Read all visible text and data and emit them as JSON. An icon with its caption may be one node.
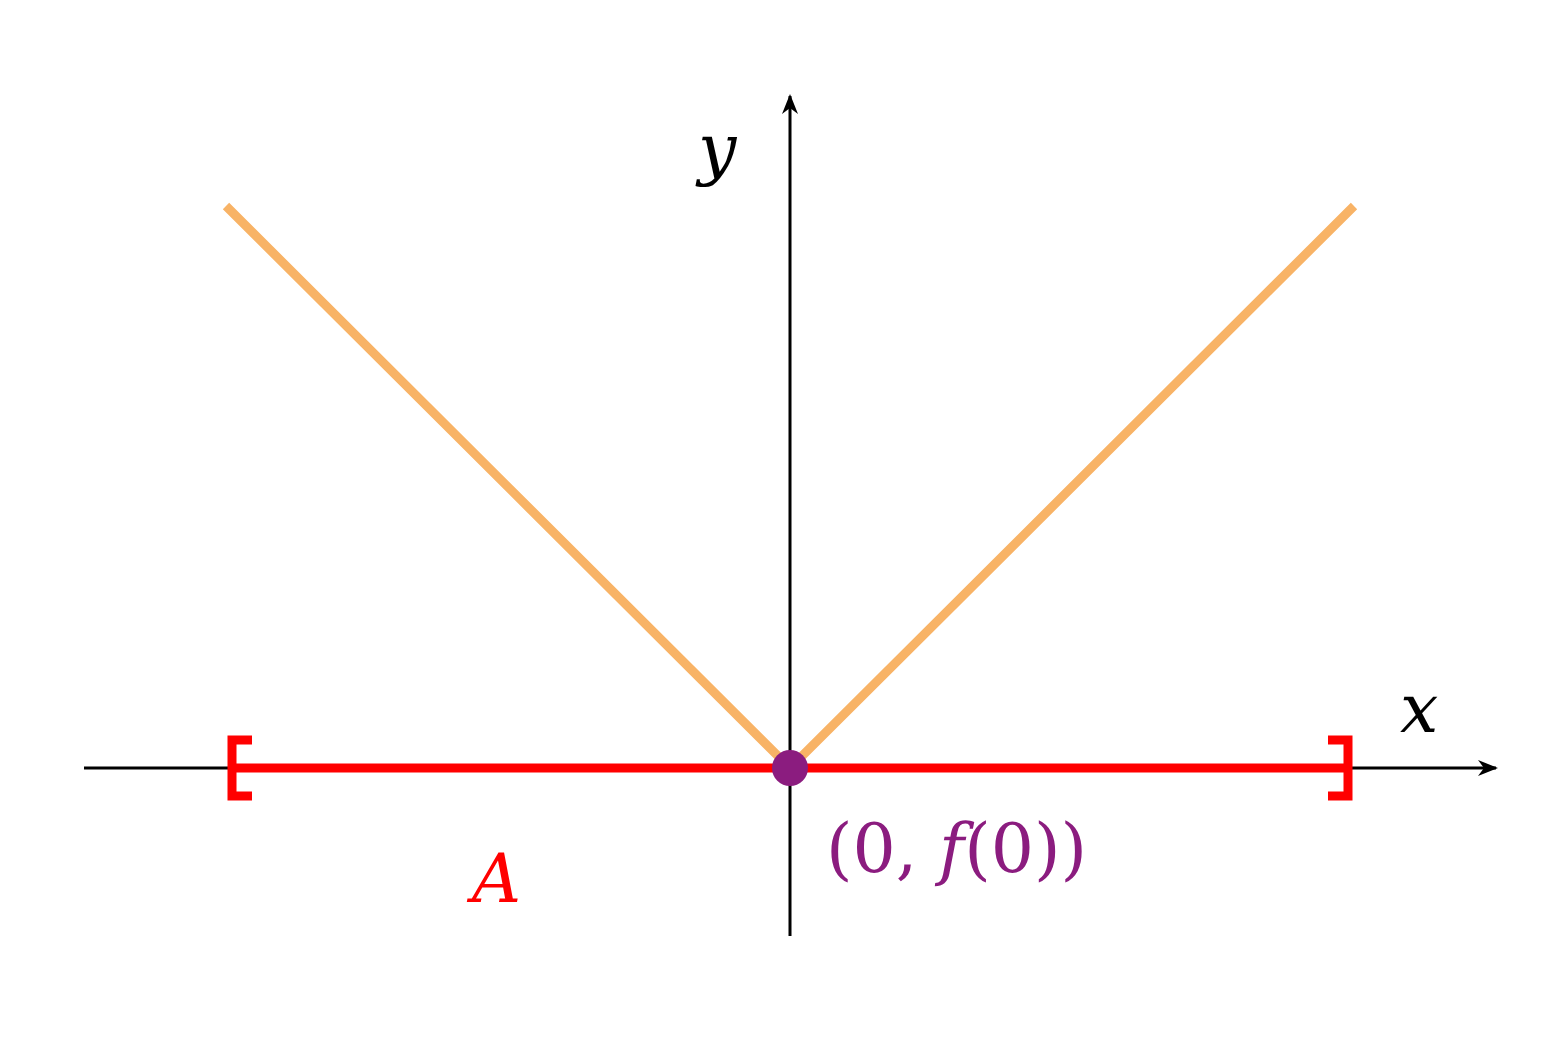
{
  "diagram": {
    "labels": [
      "y",
      "x",
      "(0, *f*(0))",
      "A"
    ]
  }
}
